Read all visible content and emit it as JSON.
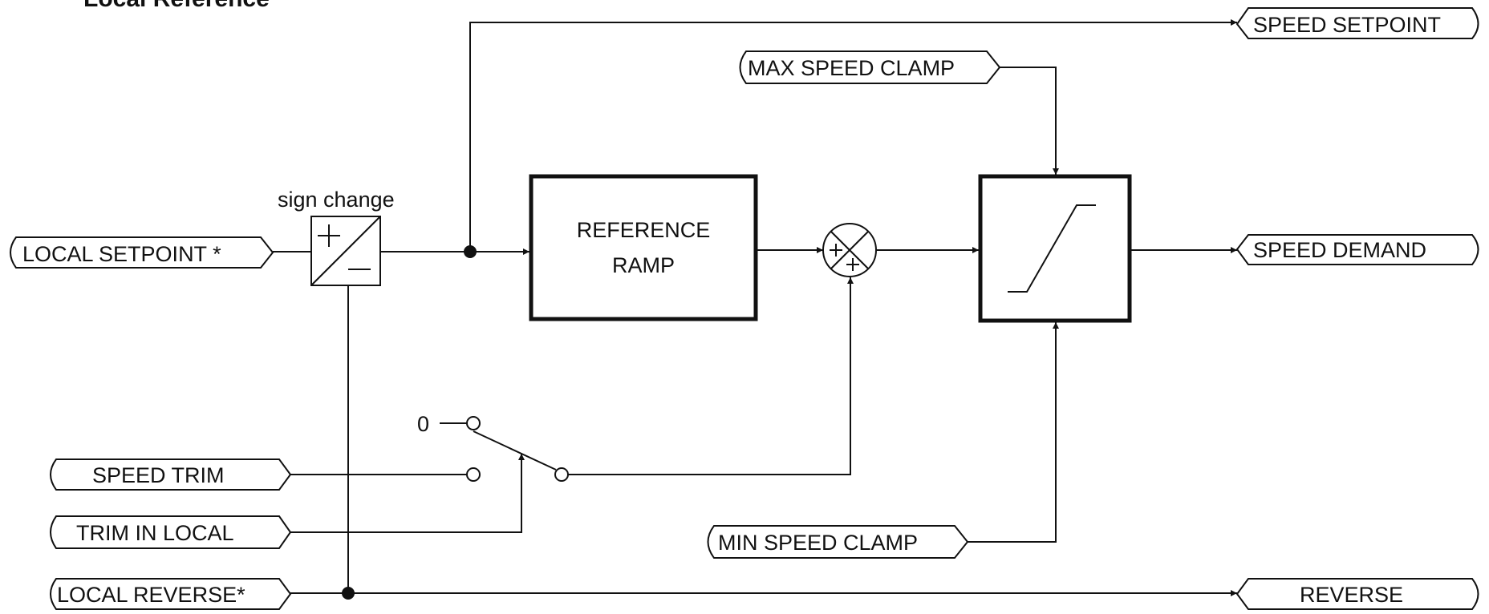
{
  "title": "Local Reference",
  "inputs": {
    "local_setpoint": "LOCAL SETPOINT *",
    "speed_trim": "SPEED TRIM",
    "trim_in_local": "TRIM IN LOCAL",
    "local_reverse": "LOCAL REVERSE*",
    "max_speed_clamp": "MAX SPEED CLAMP",
    "min_speed_clamp": "MIN SPEED CLAMP"
  },
  "outputs": {
    "speed_setpoint": "SPEED SETPOINT",
    "speed_demand": "SPEED DEMAND",
    "reverse": "REVERSE"
  },
  "blocks": {
    "sign_change_label": "sign change",
    "ramp_line1": "REFERENCE",
    "ramp_line2": "RAMP"
  },
  "switch": {
    "zero_label": "0"
  }
}
